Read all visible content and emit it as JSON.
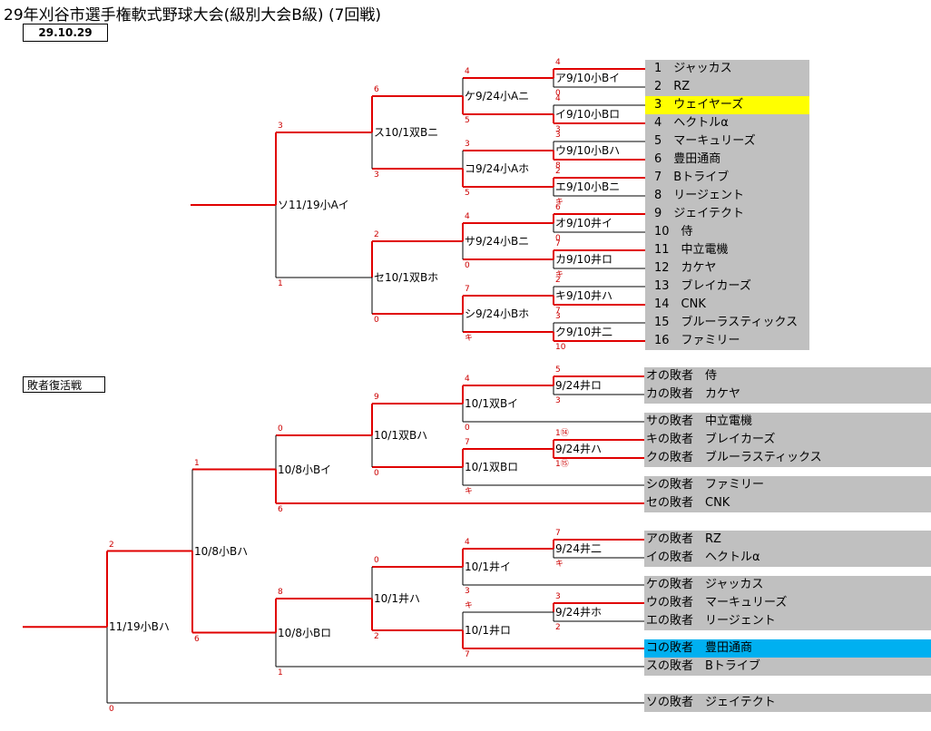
{
  "title": "29年刈谷市選手権軟式野球大会(級別大会B級) (7回戦)",
  "date": "29.10.29",
  "consolation_label": "敗者復活戦",
  "colors": {
    "line_red": "#e00000",
    "line_black": "#000000",
    "team_bg": "#c0c0c0",
    "highlight_yellow": "#ffff00",
    "highlight_cyan": "#00b0f0"
  },
  "main_teams": [
    {
      "label": "1　ジャッカス",
      "highlight": ""
    },
    {
      "label": "2　RZ",
      "highlight": ""
    },
    {
      "label": "3　ウェイヤーズ",
      "highlight": "yellow"
    },
    {
      "label": "4　ヘクトルα",
      "highlight": ""
    },
    {
      "label": "5　マーキュリーズ",
      "highlight": ""
    },
    {
      "label": "6　豊田通商",
      "highlight": ""
    },
    {
      "label": "7　Bトライブ",
      "highlight": ""
    },
    {
      "label": "8　リージェント",
      "highlight": ""
    },
    {
      "label": "9　ジェイテクト",
      "highlight": ""
    },
    {
      "label": "10　侍",
      "highlight": ""
    },
    {
      "label": "11　中立電機",
      "highlight": ""
    },
    {
      "label": "12　カケヤ",
      "highlight": ""
    },
    {
      "label": "13　ブレイカーズ",
      "highlight": ""
    },
    {
      "label": "14　CNK",
      "highlight": ""
    },
    {
      "label": "15　ブルーラスティックス",
      "highlight": ""
    },
    {
      "label": "16　ファミリー",
      "highlight": ""
    }
  ],
  "consolation_teams": [
    {
      "label": "オの敗者　侍",
      "highlight": ""
    },
    {
      "label": "カの敗者　カケヤ",
      "highlight": ""
    },
    {
      "label": "サの敗者　中立電機",
      "highlight": ""
    },
    {
      "label": "キの敗者　ブレイカーズ",
      "highlight": ""
    },
    {
      "label": "クの敗者　ブルーラスティックス",
      "highlight": ""
    },
    {
      "label": "シの敗者　ファミリー",
      "highlight": ""
    },
    {
      "label": "セの敗者　CNK",
      "highlight": ""
    },
    {
      "label": "アの敗者　RZ",
      "highlight": ""
    },
    {
      "label": "イの敗者　ヘクトルα",
      "highlight": ""
    },
    {
      "label": "ケの敗者　ジャッカス",
      "highlight": ""
    },
    {
      "label": "ウの敗者　マーキュリーズ",
      "highlight": ""
    },
    {
      "label": "エの敗者　リージェント",
      "highlight": ""
    },
    {
      "label": "コの敗者　豊田通商",
      "highlight": "cyan"
    },
    {
      "label": "スの敗者　Bトライブ",
      "highlight": ""
    },
    {
      "label": "ソの敗者　ジェイテクト",
      "highlight": ""
    }
  ],
  "main_games": [
    {
      "label": "ア9/10小Bイ",
      "scores": [
        "4",
        "0"
      ]
    },
    {
      "label": "イ9/10小Bロ",
      "scores": [
        "4",
        "3"
      ]
    },
    {
      "label": "ウ9/10小Bハ",
      "scores": [
        "3",
        "8"
      ]
    },
    {
      "label": "エ9/10小Bニ",
      "scores": [
        "2",
        "キ"
      ]
    },
    {
      "label": "オ9/10井イ",
      "scores": [
        "6",
        "0"
      ]
    },
    {
      "label": "カ9/10井ロ",
      "scores": [
        "7",
        "キ"
      ]
    },
    {
      "label": "キ9/10井ハ",
      "scores": [
        "2",
        "7"
      ]
    },
    {
      "label": "ク9/10井二",
      "scores": [
        "3",
        "10"
      ]
    },
    {
      "label": "ケ9/24小Aニ",
      "scores": [
        "4",
        "5"
      ]
    },
    {
      "label": "コ9/24小Aホ",
      "scores": [
        "3",
        "5"
      ]
    },
    {
      "label": "サ9/24小Bニ",
      "scores": [
        "4",
        "0"
      ]
    },
    {
      "label": "シ9/24小Bホ",
      "scores": [
        "7",
        "キ"
      ]
    },
    {
      "label": "ス10/1双Bニ",
      "scores": [
        "6",
        "3"
      ]
    },
    {
      "label": "セ10/1双Bホ",
      "scores": [
        "2",
        "0"
      ]
    },
    {
      "label": "ソ11/19小Aイ",
      "scores": [
        "3",
        "1"
      ]
    }
  ],
  "consolation_games": [
    {
      "label": "9/24井ロ",
      "scores": [
        "5",
        "3"
      ]
    },
    {
      "label": "9/24井ハ",
      "scores": [
        "1⑭",
        "1⑮"
      ]
    },
    {
      "label": "9/24井二",
      "scores": [
        "7",
        "キ"
      ]
    },
    {
      "label": "9/24井ホ",
      "scores": [
        "3",
        "2"
      ]
    },
    {
      "label": "10/1双Bイ",
      "scores": [
        "4",
        "0"
      ]
    },
    {
      "label": "10/1双Bロ",
      "scores": [
        "7",
        "キ"
      ]
    },
    {
      "label": "10/1井イ",
      "scores": [
        "4",
        "3"
      ]
    },
    {
      "label": "10/1井ロ",
      "scores": [
        "キ",
        "7"
      ]
    },
    {
      "label": "10/1双Bハ",
      "scores": [
        "9",
        "0"
      ]
    },
    {
      "label": "10/1井ハ",
      "scores": [
        "0",
        "2"
      ]
    },
    {
      "label": "10/8小Bイ",
      "scores": [
        "0",
        "6"
      ]
    },
    {
      "label": "10/8小Bロ",
      "scores": [
        "8",
        "1"
      ]
    },
    {
      "label": "10/8小Bハ",
      "scores": [
        "1",
        "6"
      ]
    },
    {
      "label": "11/19小Bハ",
      "scores": [
        "2",
        "0"
      ]
    }
  ]
}
